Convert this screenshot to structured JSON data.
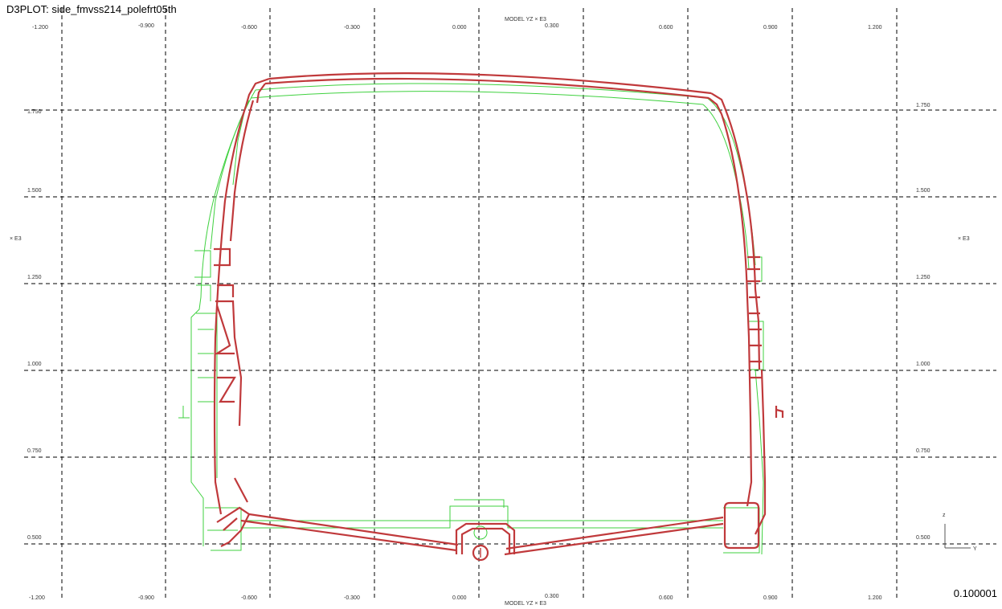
{
  "window": {
    "title": "D3PLOT: side_fmvss214_polefrt05th",
    "time_value": "0.100001"
  },
  "axes": {
    "x_label_top": "MODEL YZ × E3",
    "x_label_bottom": "MODEL YZ × E3",
    "y_label_left": "× E3",
    "y_label_right": "× E3",
    "x_ticks": [
      "-1.200",
      "-0.900",
      "-0.600",
      "-0.300",
      "0.000",
      "0.300",
      "0.600",
      "0.900",
      "1.200"
    ],
    "y_ticks": [
      "1.750",
      "1.500",
      "1.250",
      "1.000",
      "0.750",
      "0.500"
    ],
    "triad_z": "z",
    "triad_y": "Y"
  },
  "colors": {
    "deformed": "#c0393b",
    "undeformed": "#3fd13f",
    "grid": "#000000"
  }
}
